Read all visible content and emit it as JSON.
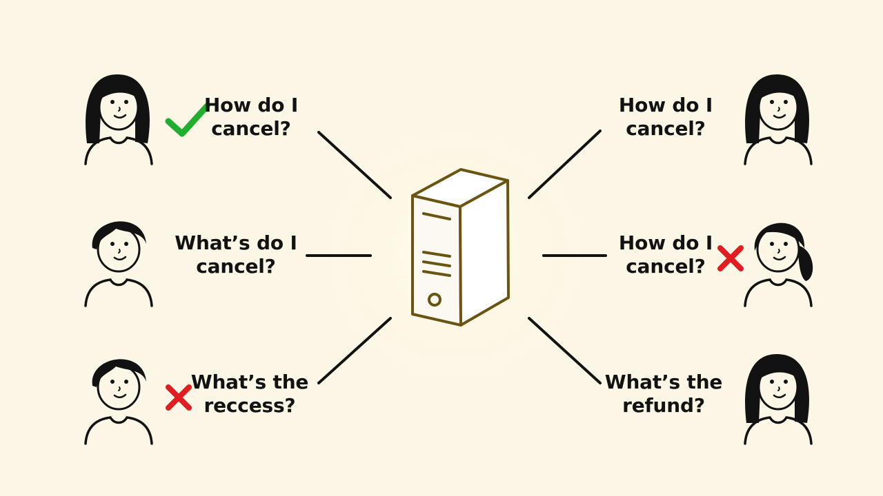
{
  "colors": {
    "background": "#fbf6e6",
    "check": "#1fae2d",
    "cross": "#e11d22",
    "server_outline": "#6b5312",
    "ink": "#121212"
  },
  "questions": [
    {
      "id": "left-top",
      "line1": "How do I",
      "line2": "cancel?",
      "mark": "check-icon"
    },
    {
      "id": "left-mid",
      "line1": "What’s do I",
      "line2": "cancel?",
      "mark": ""
    },
    {
      "id": "left-bot",
      "line1": "What’s the",
      "line2": "reccess?",
      "mark": "cross-icon"
    },
    {
      "id": "right-top",
      "line1": "How do I",
      "line2": "cancel?",
      "mark": ""
    },
    {
      "id": "right-mid",
      "line1": "How do I",
      "line2": "cancel?",
      "mark": "cross-icon"
    },
    {
      "id": "right-bot",
      "line1": "What’s the",
      "line2": "refund?",
      "mark": ""
    }
  ],
  "icons": {
    "center": "server-icon",
    "people": [
      "person-long-hair-icon",
      "person-short-hair-icon",
      "person-short-hair-icon",
      "person-long-hair-icon",
      "person-ponytail-icon",
      "person-long-hair-icon"
    ]
  }
}
